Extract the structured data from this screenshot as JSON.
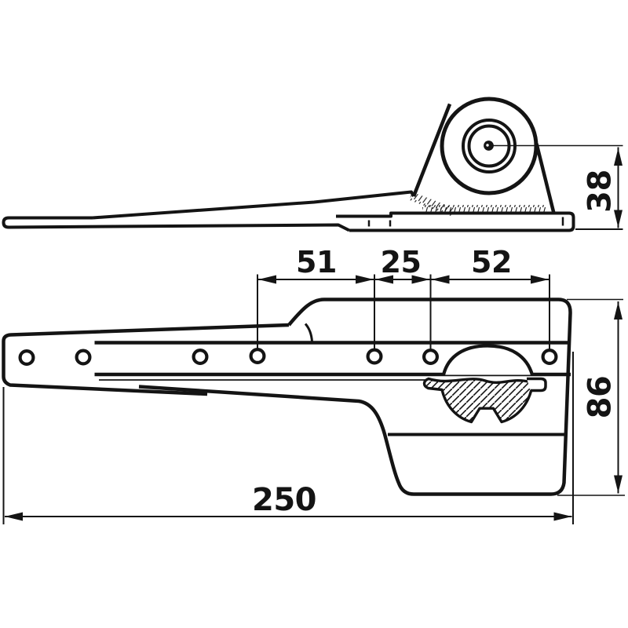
{
  "drawing": {
    "type": "technical-dimension-drawing",
    "subject": "roller-bracket-arm",
    "views": {
      "side_view": "side elevation with roller pulley on welded bracket plate",
      "plan_view": "plan view of arm with bolt holes and hatched roller cutout"
    },
    "colors": {
      "line": "#141414",
      "background": "#ffffff"
    },
    "dimension_labels": {
      "span_51": "51",
      "span_25": "25",
      "span_52": "52",
      "height_38": "38",
      "height_86": "86",
      "length_250": "250"
    }
  }
}
